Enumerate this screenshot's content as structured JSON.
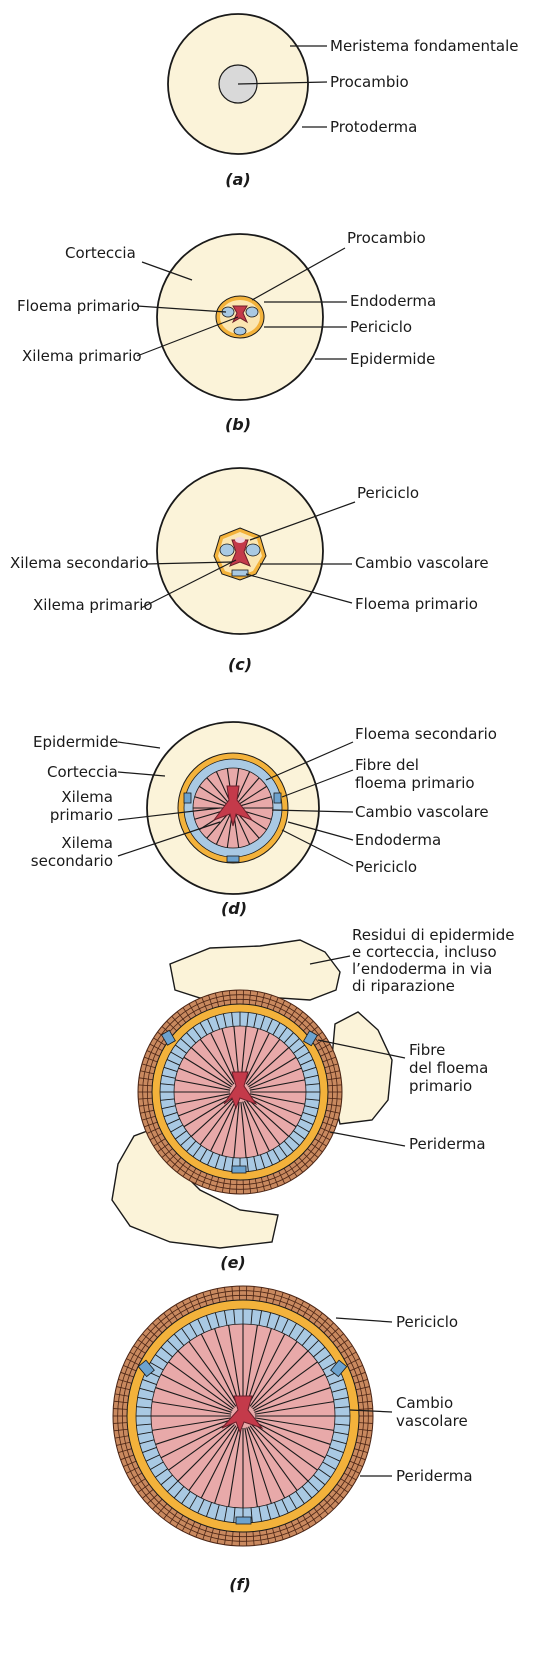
{
  "panels": {
    "a": {
      "caption": "(a)",
      "labels": {
        "meristema": "Meristema fondamentale",
        "procambio": "Procambio",
        "protoderma": "Protoderma"
      }
    },
    "b": {
      "caption": "(b)",
      "labels": {
        "corteccia": "Corteccia",
        "procambio": "Procambio",
        "floema_primario": "Floema primario",
        "endoderma": "Endoderma",
        "periciclo": "Periciclo",
        "xilema_primario": "Xilema primario",
        "epidermide": "Epidermide"
      }
    },
    "c": {
      "caption": "(c)",
      "labels": {
        "periciclo": "Periciclo",
        "xilema_secondario": "Xilema secondario",
        "cambio_vascolare": "Cambio vascolare",
        "xilema_primario": "Xilema primario",
        "floema_primario": "Floema primario"
      }
    },
    "d": {
      "caption": "(d)",
      "labels": {
        "epidermide": "Epidermide",
        "corteccia": "Corteccia",
        "xilema_primario_1": "Xilema",
        "xilema_primario_2": "primario",
        "xilema_secondario_1": "Xilema",
        "xilema_secondario_2": "secondario",
        "floema_secondario": "Floema secondario",
        "fibre_1": "Fibre del",
        "fibre_2": "floema primario",
        "cambio_vascolare": "Cambio vascolare",
        "endoderma": "Endoderma",
        "periciclo": "Periciclo"
      }
    },
    "e": {
      "caption": "(e)",
      "labels": {
        "residui_1": "Residui di epidermide",
        "residui_2": "e corteccia, incluso",
        "residui_3": "l’endoderma in via",
        "residui_4": "di riparazione",
        "fibre_1": "Fibre",
        "fibre_2": "del floema",
        "fibre_3": "primario",
        "periderma": "Periderma"
      }
    },
    "f": {
      "caption": "(f)",
      "labels": {
        "periciclo": "Periciclo",
        "cambio_1": "Cambio",
        "cambio_2": "vascolare",
        "periderma": "Periderma"
      }
    }
  },
  "colors": {
    "ground_tissue": "#fbf3d9",
    "procambium": "#d9d9d9",
    "pericycle_yellow": "#f3b23b",
    "phloem_blue": "#a9c9e3",
    "secondary_xylem_pink": "#e8a9a9",
    "primary_xylem_red": "#c43a4a",
    "periderm_brown": "#c9895f"
  }
}
